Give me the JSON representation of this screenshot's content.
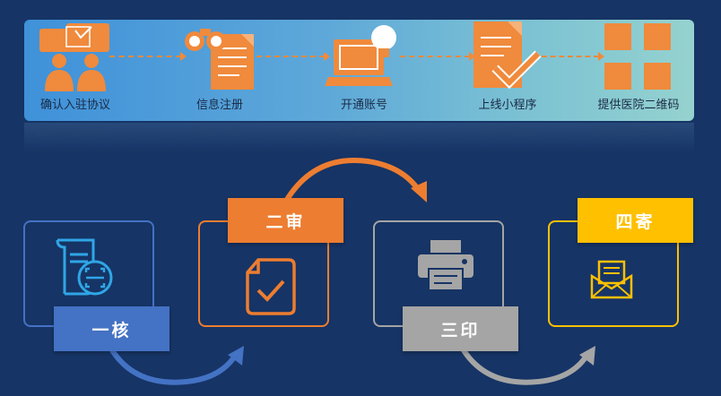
{
  "process_steps": [
    {
      "label": "确认入驻协议",
      "icon": "meeting-icon"
    },
    {
      "label": "信息注册",
      "icon": "binoculars-document-icon"
    },
    {
      "label": "开通账号",
      "icon": "laptop-lightbulb-icon"
    },
    {
      "label": "上线小程序",
      "icon": "document-check-icon"
    },
    {
      "label": "提供医院二维码",
      "icon": "qr-grid-icon"
    }
  ],
  "workflow": [
    {
      "label": "一核",
      "icon": "scroll-scan-icon",
      "color": "#4472c4"
    },
    {
      "label": "二审",
      "icon": "file-check-icon",
      "color": "#ed7d31"
    },
    {
      "label": "三印",
      "icon": "printer-icon",
      "color": "#a5a5a5"
    },
    {
      "label": "四寄",
      "icon": "envelope-letter-icon",
      "color": "#ffc000"
    }
  ],
  "colors": {
    "background": "#163465",
    "accent": "#f08a3c"
  }
}
